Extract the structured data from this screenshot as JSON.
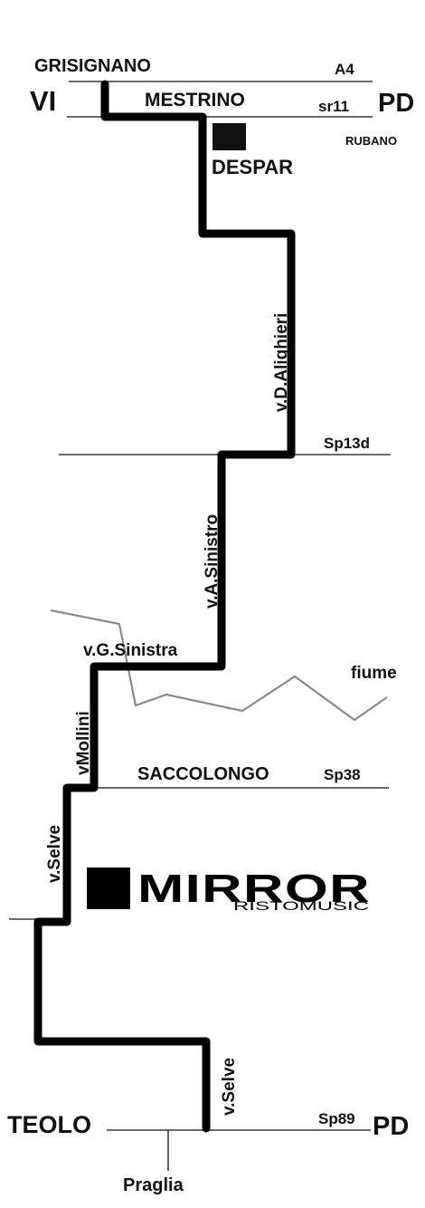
{
  "map": {
    "top_left_town": "GRISIGNANO",
    "left_city": "VI",
    "top_road": "MESTRINO",
    "motorway": "A4",
    "state_road": "sr11",
    "right_city_top": "PD",
    "right_town_top": "RUBANO",
    "supermarket": "DESPAR",
    "street_alighieri": "v.D.Alighieri",
    "road_sp13d": "Sp13d",
    "street_sinistro": "v.A.Sinistro",
    "street_g_sinistra": "v.G.Sinistra",
    "river": "fiume",
    "street_mollini": "vMollini",
    "town_saccolongo": "SACCOLONGO",
    "road_sp38": "Sp38",
    "street_selve_upper": "v.Selve",
    "venue_name": "MIRROR",
    "venue_subtitle": "RISTOMUSIC",
    "street_selve_lower": "v.Selve",
    "bottom_left_town": "TEOLO",
    "road_sp89": "Sp89",
    "right_city_bottom": "PD",
    "abbey": "Praglia"
  }
}
